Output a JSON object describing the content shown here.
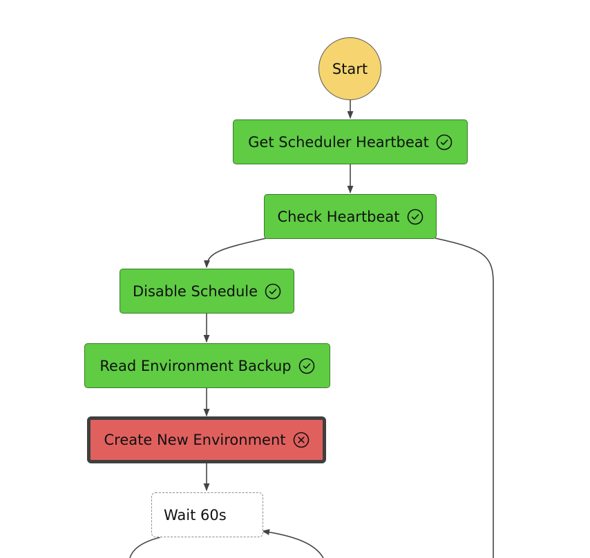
{
  "diagram": {
    "start": {
      "label": "Start"
    },
    "states": [
      {
        "id": "get-scheduler-heartbeat",
        "label": "Get Scheduler Heartbeat",
        "status": "succeeded",
        "icon": "check-circle-icon"
      },
      {
        "id": "check-heartbeat",
        "label": "Check Heartbeat",
        "status": "succeeded",
        "icon": "check-circle-icon"
      },
      {
        "id": "disable-schedule",
        "label": "Disable Schedule",
        "status": "succeeded",
        "icon": "check-circle-icon"
      },
      {
        "id": "read-environment-backup",
        "label": "Read Environment Backup",
        "status": "succeeded",
        "icon": "check-circle-icon"
      },
      {
        "id": "create-new-environment",
        "label": "Create New Environment",
        "status": "failed",
        "icon": "x-circle-icon"
      },
      {
        "id": "wait-60s",
        "label": "Wait 60s",
        "status": "not-run",
        "icon": ""
      }
    ],
    "colors": {
      "succeeded": "#5fcc43",
      "failed": "#e0605e",
      "start": "#f6d470",
      "edge": "#444444"
    }
  }
}
